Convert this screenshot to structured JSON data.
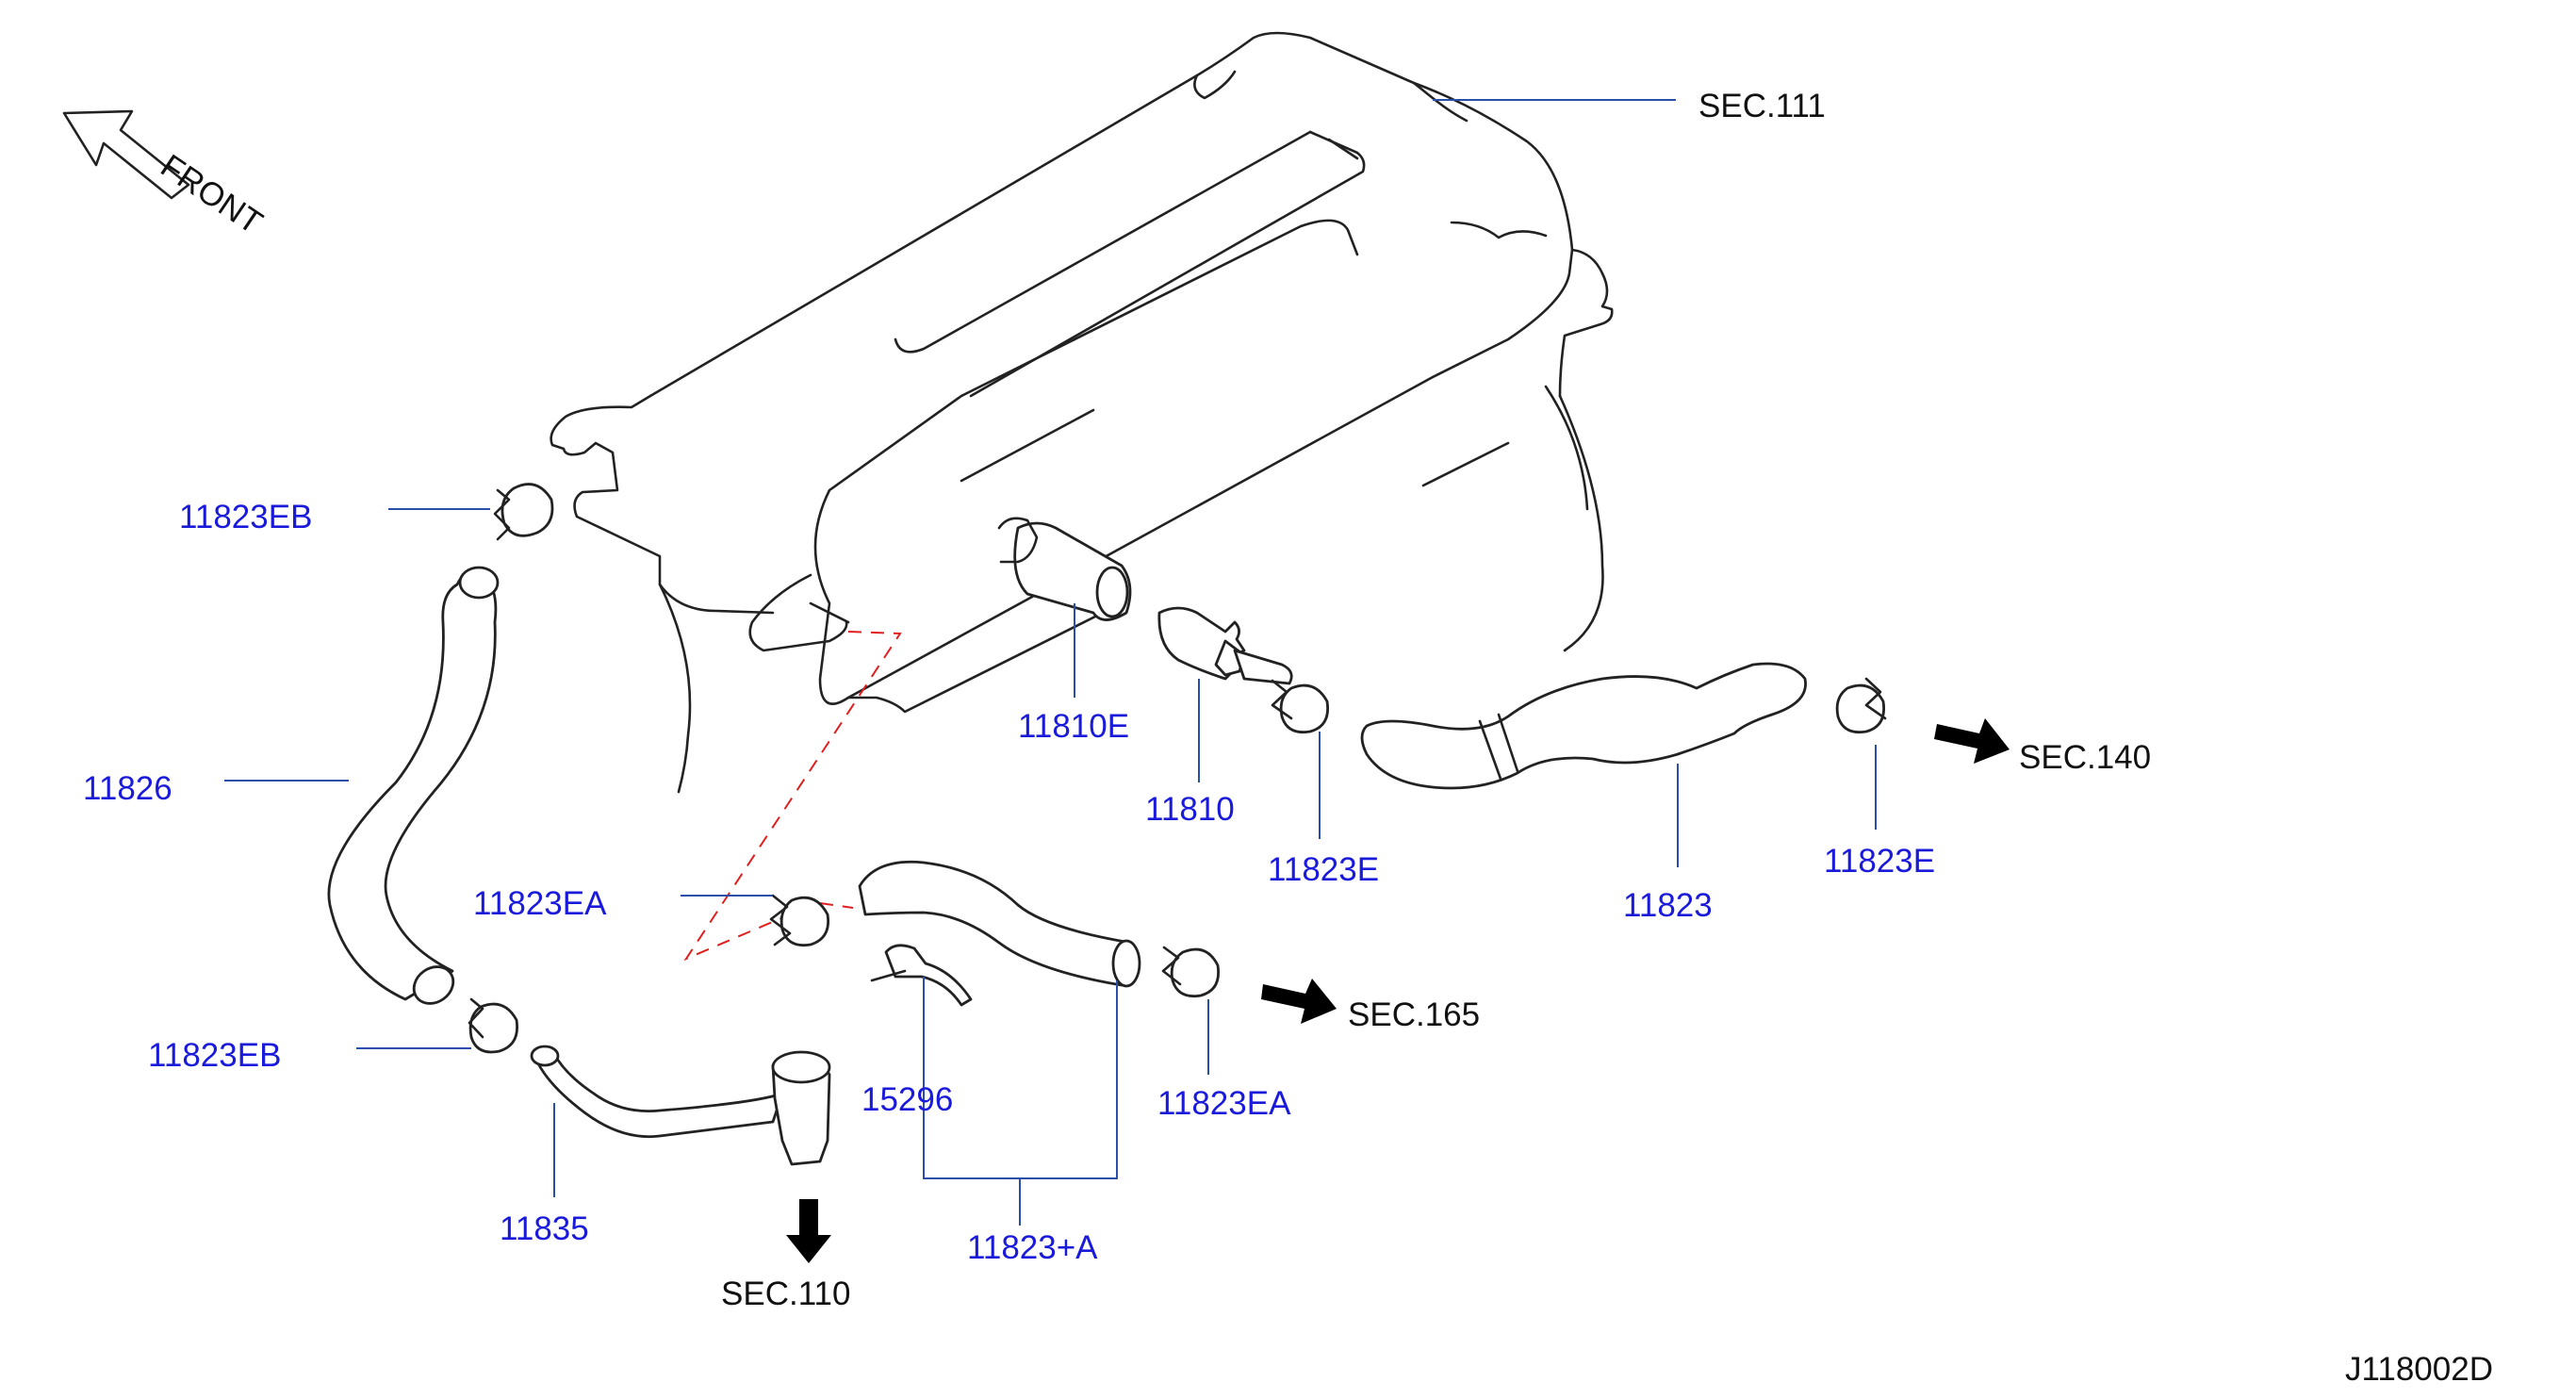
{
  "orientation": {
    "front_label": "FRONT"
  },
  "colors": {
    "part_label": "#1a1adb",
    "section_label": "#111111",
    "leader": "#2a4fa8",
    "dashed": "#e02020"
  },
  "parts": {
    "p11823EB_top": "11823EB",
    "p11826": "11826",
    "p11823EB_bottom": "11823EB",
    "p11835": "11835",
    "p11823EA_left": "11823EA",
    "p15296": "15296",
    "p11823A": "11823+A",
    "p11823EA_right": "11823EA",
    "p11810E": "11810E",
    "p11810": "11810",
    "p11823E_mid": "11823E",
    "p11823": "11823",
    "p11823E_right": "11823E"
  },
  "sections": {
    "sec111": "SEC.111",
    "sec140": "SEC.140",
    "sec165": "SEC.165",
    "sec110": "SEC.110"
  },
  "figure_code": "J118002D"
}
